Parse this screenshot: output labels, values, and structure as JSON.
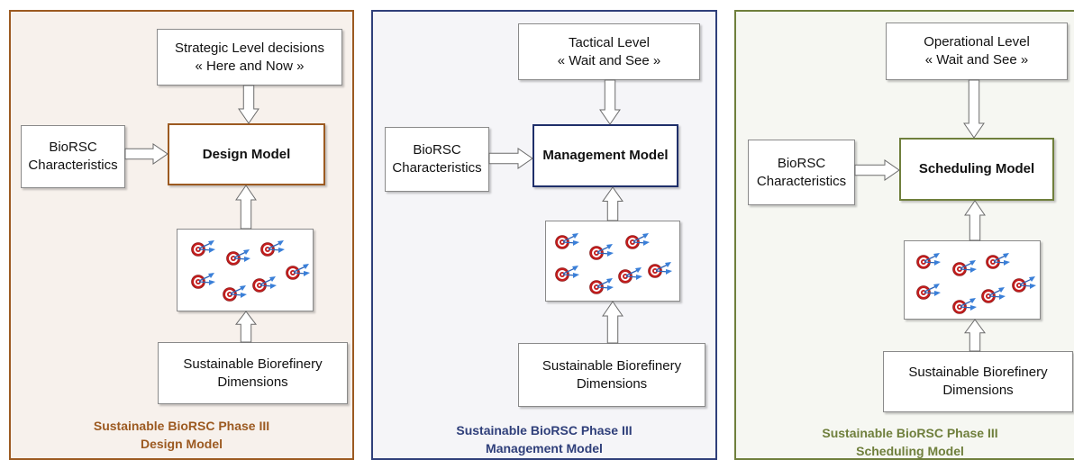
{
  "panels": [
    {
      "id": "design",
      "color": "#9c5a21",
      "decision_lines": [
        "Strategic Level decisions",
        "« Here and Now »"
      ],
      "characteristics_lines": [
        "BioRSC",
        "Characteristics"
      ],
      "model_label": "Design Model",
      "dimensions_lines": [
        "Sustainable Biorefinery",
        "Dimensions"
      ],
      "title_lines": [
        "Sustainable BioRSC Phase III",
        "Design Model"
      ]
    },
    {
      "id": "management",
      "color": "#2f3f7a",
      "decision_lines": [
        "Tactical Level",
        "« Wait and See »"
      ],
      "characteristics_lines": [
        "BioRSC",
        "Characteristics"
      ],
      "model_label": "Management Model",
      "dimensions_lines": [
        "Sustainable Biorefinery",
        "Dimensions"
      ],
      "title_lines": [
        "Sustainable BioRSC Phase III",
        "Management Model"
      ]
    },
    {
      "id": "scheduling",
      "color": "#6f7f3c",
      "decision_lines": [
        "Operational Level",
        "« Wait and See »"
      ],
      "characteristics_lines": [
        "BioRSC",
        "Characteristics"
      ],
      "model_label": "Scheduling Model",
      "dimensions_lines": [
        "Sustainable Biorefinery",
        "Dimensions"
      ],
      "title_lines": [
        "Sustainable BioRSC Phase III",
        "Scheduling Model"
      ]
    }
  ],
  "icons": {
    "objective": "target-with-darts-icon",
    "flow": "block-arrow-icon"
  }
}
